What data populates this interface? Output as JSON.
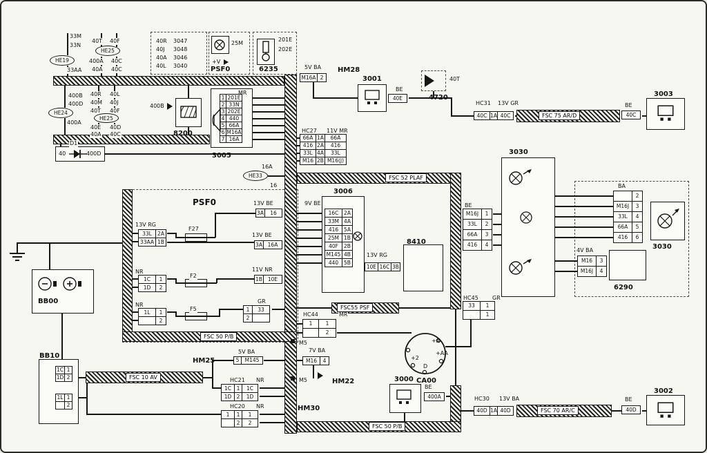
{
  "colors": {
    "ink": "#161616",
    "paper": "#f7f7f2"
  },
  "labels": {
    "a33M": "33M",
    "a33N": "33N",
    "he19": "HE19",
    "a33AA": "33AA",
    "a40T": "40T",
    "a40F": "40F",
    "he25a": "HE25",
    "a400A": "400A",
    "a40Ca": "40C",
    "a40A": "40A",
    "a40Cb": "40C",
    "p25M": "25M",
    "pPlusV": "+V",
    "psf0Top": "PSF0",
    "e201": "201E",
    "e202": "202E",
    "l6235": "6235",
    "v5ba": "5V BA",
    "lhm28": "HM28",
    "l3001": "3001",
    "be1": "BE",
    "l4720": "4720",
    "p40T": "40T",
    "lhc31": "HC31",
    "v13gr": "13V GR",
    "fsc75": "FSC 75 AR/D",
    "be2": "BE",
    "l3003": "3003",
    "b400B": "400B",
    "b400D": "400D",
    "he24": "HE24",
    "b400A": "400A",
    "b40R": "40R",
    "b40L": "40L",
    "b40M": "40M",
    "b40J": "40J",
    "b40T": "40T",
    "b40F": "40F",
    "he25b": "HE25",
    "b40E": "40E",
    "b40D": "40D",
    "b40A": "40A",
    "b40C": "40C",
    "arr400B": "400B",
    "l8200": "8200",
    "d40": "40",
    "dD1": "D1",
    "d400D": "400D",
    "mr1": "MR",
    "l3005": "3005",
    "lhc27": "HC27",
    "v11mr": "11V MR",
    "h16A": "16A",
    "he33": "HE33",
    "h16": "16",
    "fsc52": "FSC 52 PLAF",
    "lpsf0": "PSF0",
    "v13rg": "13V RG",
    "f27": "F27",
    "f2": "F2",
    "f5": "F5",
    "nr1": "NR",
    "nr2": "NR",
    "v13be1": "13V BE",
    "v13be2": "13V BE",
    "v11nr": "11V NR",
    "gr1": "GR",
    "fsc50a": "FSC 50 P/B",
    "l3006": "3006",
    "v9be": "9V BE",
    "l8410": "8410",
    "v13rg2": "13V RG",
    "be3": "BE",
    "l3030": "3030",
    "ba": "BA",
    "l3030r": "3030",
    "v4ba": "4V BA",
    "l6290": "6290",
    "lhc45": "HC45",
    "gr2": "GR",
    "cp2": "+2",
    "cD": "D",
    "cpA": "+A",
    "cpAA": "+AA",
    "lca00": "CA00",
    "lhc44": "HC44",
    "mr2": "MR",
    "fsc55": "FSC55 PSF",
    "lbb00": "BB00",
    "lbb10": "BB10",
    "fsc10": "FSC 10 AV",
    "lhm25": "HM25",
    "v5ba2": "5V BA",
    "lhc21": "HC21",
    "nr3": "NR",
    "lhc20": "HC20",
    "nr4": "NR",
    "m5a": "M5",
    "m5b": "M5",
    "v7ba": "7V BA",
    "lhm22": "HM22",
    "lhm30": "HM30",
    "l3000": "3000",
    "be4": "BE",
    "lhc30": "HC30",
    "v13ba": "13V BA",
    "fsc70": "FSC 70 AR/C",
    "be5": "BE",
    "l3002": "3002",
    "fsc50b": "FSC 50 P/B"
  },
  "tables": {
    "relay": [
      [
        "40R",
        "3047"
      ],
      [
        "40J",
        "3048"
      ],
      [
        "40A",
        "3046"
      ],
      [
        "40L",
        "3040"
      ]
    ],
    "thm28": [
      [
        "M16A",
        "2"
      ]
    ],
    "thc31": [
      [
        "40C",
        "1A",
        "40C"
      ]
    ],
    "b40C": [
      [
        "40C"
      ]
    ],
    "b40E": [
      [
        "40E"
      ]
    ],
    "b40D": [
      [
        "40D"
      ]
    ],
    "b400A": [
      [
        "400A"
      ]
    ],
    "p3005": [
      [
        "1",
        "201E"
      ],
      [
        "2",
        "33N"
      ],
      [
        "3",
        "202E"
      ],
      [
        "4",
        "440"
      ],
      [
        "5",
        "66A"
      ],
      [
        "6",
        "M16A"
      ],
      [
        "7",
        "16A"
      ]
    ],
    "hc27": [
      [
        "66A",
        "1A",
        "66A"
      ],
      [
        "416",
        "2A",
        "416"
      ],
      [
        "33L",
        "4A",
        "33L"
      ],
      [
        "M16",
        "2B",
        "M16(J)"
      ]
    ],
    "t33l": [
      [
        "33L",
        "2A"
      ],
      [
        "33AA",
        "1B"
      ]
    ],
    "t1c": [
      [
        "1C",
        "1"
      ],
      [
        "1D",
        "2"
      ]
    ],
    "t1l": [
      [
        "1L",
        "1"
      ],
      [
        "",
        "2"
      ]
    ],
    "t3a16": [
      [
        "3A",
        "16"
      ]
    ],
    "t3a16a": [
      [
        "3A",
        "16A"
      ]
    ],
    "t1b10e": [
      [
        "1B",
        "10E"
      ]
    ],
    "tgr": [
      [
        "1",
        "33"
      ],
      [
        "2",
        ""
      ]
    ],
    "p3006": [
      [
        "16C",
        "2A"
      ],
      [
        "33M",
        "4A"
      ],
      [
        "416",
        "5A"
      ],
      [
        "25M",
        "1B"
      ],
      [
        "40F",
        "2B"
      ],
      [
        "M145",
        "4B"
      ],
      [
        "440",
        "5B"
      ]
    ],
    "t8410": [
      [
        "10E",
        "16C",
        "3B"
      ]
    ],
    "t3030l": [
      [
        "M16J",
        "1"
      ],
      [
        "33L",
        "2"
      ],
      [
        "66A",
        "3"
      ],
      [
        "416",
        "4"
      ]
    ],
    "t3030r": [
      [
        "",
        "2"
      ],
      [
        "M16J",
        "3"
      ],
      [
        "33L",
        "4"
      ],
      [
        "66A",
        "5"
      ],
      [
        "416",
        "6"
      ]
    ],
    "t6290": [
      [
        "M16",
        "3"
      ],
      [
        "M16J",
        "4"
      ]
    ],
    "thc45": [
      [
        "33",
        "1"
      ],
      [
        "",
        "1"
      ]
    ],
    "thc44": [
      [
        "1",
        "1"
      ],
      [
        "",
        "2"
      ]
    ],
    "tbb10a": [
      [
        "1C",
        "1"
      ],
      [
        "1D",
        "2"
      ]
    ],
    "tbb10b": [
      [
        "1L",
        "1"
      ],
      [
        "",
        "2"
      ]
    ],
    "thm25": [
      [
        "5",
        "M145"
      ]
    ],
    "thc21": [
      [
        "1C",
        "1",
        "1C"
      ],
      [
        "1D",
        "2",
        "1D"
      ]
    ],
    "thc20": [
      [
        "1",
        "1",
        "1"
      ],
      [
        "",
        "2",
        "2"
      ]
    ],
    "thm22": [
      [
        "M16",
        "4"
      ]
    ],
    "thc30": [
      [
        "40D",
        "1A",
        "40D"
      ]
    ]
  }
}
